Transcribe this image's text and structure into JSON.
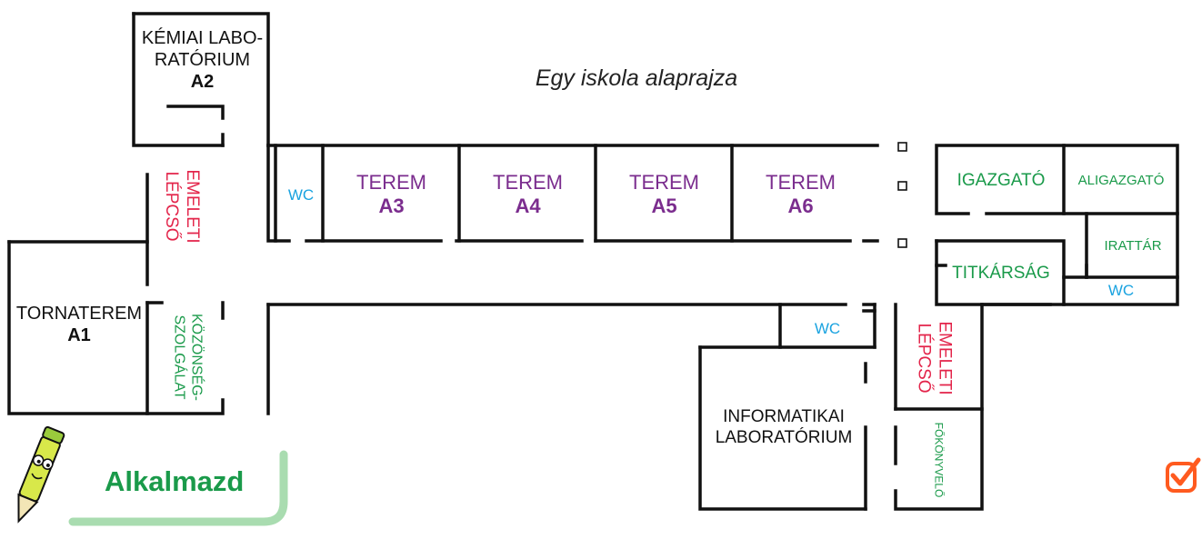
{
  "title": "Egy iskola alaprajza",
  "rooms": {
    "chem_lab": {
      "line1": "KÉMIAI LABO-",
      "line2": "RATÓRIUM",
      "code": "A2"
    },
    "gym": {
      "line1": "TORNATEREM",
      "code": "A1"
    },
    "stairs_left": {
      "line1": "EMELETI",
      "line2": "LÉPCSŐ"
    },
    "public_service": {
      "line1": "KÖZÖNSÉG-",
      "line2": "SZOLGÁLAT"
    },
    "wc_left": "WC",
    "classrooms": [
      {
        "line1": "TEREM",
        "code": "A3"
      },
      {
        "line1": "TEREM",
        "code": "A4"
      },
      {
        "line1": "TEREM",
        "code": "A5"
      },
      {
        "line1": "TEREM",
        "code": "A6"
      }
    ],
    "principal": "IGAZGATÓ",
    "vice_principal": "ALIGAZGATÓ",
    "archive": "IRATTÁR",
    "secretariat": "TITKÁRSÁG",
    "wc_right": "WC",
    "wc_mid": "WC",
    "stairs_right": {
      "line1": "EMELETI",
      "line2": "LÉPCSŐ"
    },
    "it_lab": {
      "line1": "INFORMATIKAI",
      "line2": "LABORATÓRIUM"
    },
    "accountant": "FŐKÖNYVELŐ"
  },
  "badge": {
    "label": "Alkalmazd",
    "icon": "pencil-mascot-icon"
  },
  "check_icon": "checkbox-checked-icon",
  "colors": {
    "wall": "#111111",
    "green": "#1a9a4a",
    "purple": "#7b2d8e",
    "red": "#e3244a",
    "blue": "#1aa3e0",
    "accent": "#ff5a1f",
    "badge_bar": "#a9dcb0"
  }
}
